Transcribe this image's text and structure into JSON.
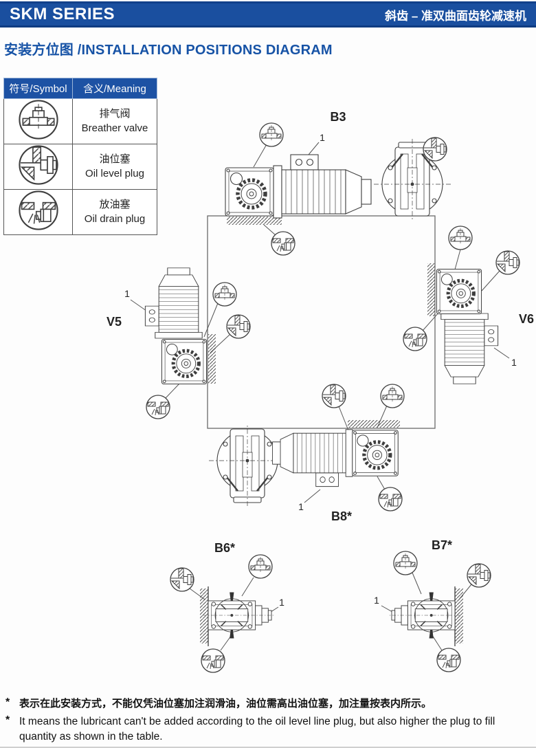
{
  "header": {
    "series": "SKM SERIES",
    "product": "斜齿 – 准双曲面齿轮减速机"
  },
  "title": "安装方位图 /INSTALLATION POSITIONS DIAGRAM",
  "legend": {
    "headers": {
      "symbol": "符号/Symbol",
      "meaning": "含义/Meaning"
    },
    "rows": [
      {
        "icon": "breather-valve-icon",
        "cn": "排气阀",
        "en": "Breather valve"
      },
      {
        "icon": "oil-level-plug-icon",
        "cn": "油位塞",
        "en": "Oil level plug"
      },
      {
        "icon": "oil-drain-plug-icon",
        "cn": "放油塞",
        "en": "Oil drain plug"
      }
    ]
  },
  "diagram": {
    "positions": {
      "top": "B3",
      "left": "V5",
      "right": "V6",
      "bottom": "B8*",
      "bottom_left": "B6*",
      "bottom_right": "B7*"
    },
    "motor_ref": "1"
  },
  "notes": {
    "marker": "*",
    "cn": "表示在此安装方式，不能仅凭油位塞加注润滑油，油位需高出油位塞，加注量按表内所示。",
    "en": "It means the lubricant can't be added according to the oil level line plug, but also higher the plug to fill quantity as shown in the table."
  },
  "colors": {
    "accent_blue": "#1a4f9f",
    "table_header_blue": "#1d52a4",
    "line_art": "#3f3f3f"
  }
}
